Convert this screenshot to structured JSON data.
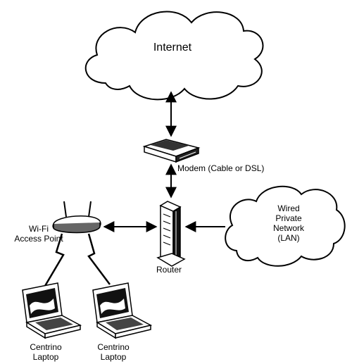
{
  "nodes": {
    "internet": {
      "label": "Internet"
    },
    "modem": {
      "label": "Modem (Cable or DSL)"
    },
    "router": {
      "label": "Router"
    },
    "wifi": {
      "lines": [
        "Wi-Fi",
        "Access Point"
      ]
    },
    "wired": {
      "lines": [
        "Wired",
        "Private",
        "Network",
        "(LAN)"
      ]
    },
    "laptop1": {
      "lines": [
        "Centrino",
        "Laptop"
      ]
    },
    "laptop2": {
      "lines": [
        "Centrino",
        "Laptop"
      ]
    }
  },
  "icons": [
    "cloud-icon",
    "modem-icon",
    "router-icon",
    "access-point-icon",
    "laptop-icon",
    "wireless-link-icon"
  ]
}
